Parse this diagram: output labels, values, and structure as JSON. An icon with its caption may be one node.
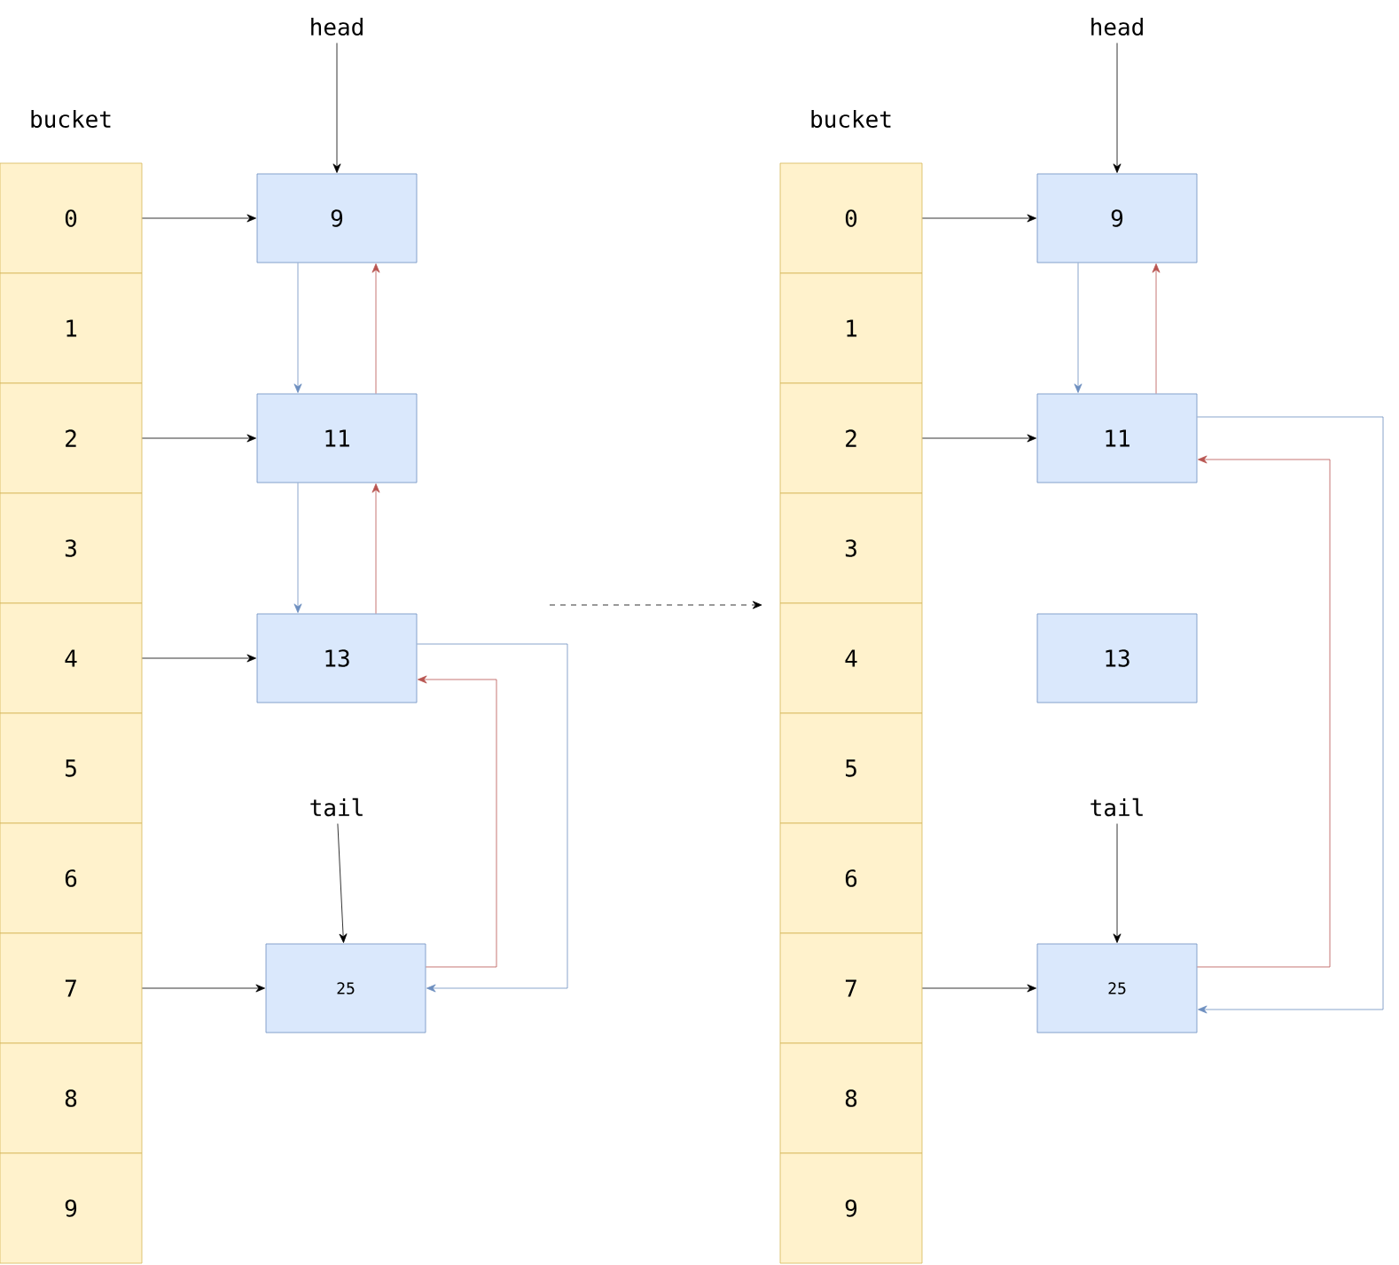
{
  "diagram": {
    "nodes": [
      {
        "text": [
          "0"
        ]
      },
      {
        "text": [
          "1"
        ]
      },
      {
        "text": [
          "2"
        ]
      },
      {
        "text": [
          "3"
        ]
      },
      {
        "text": [
          "4"
        ]
      },
      {
        "text": [
          "5"
        ]
      },
      {
        "text": [
          "6"
        ]
      },
      {
        "text": [
          "7"
        ]
      },
      {
        "text": [
          "8"
        ]
      },
      {
        "text": [
          "9"
        ]
      },
      {
        "text": [
          "head"
        ]
      },
      {
        "text": [
          "9"
        ]
      },
      {
        "text": [
          "11"
        ]
      },
      {
        "text": [
          "13"
        ]
      },
      {
        "text": [
          "tail"
        ]
      },
      {
        "text": [
          "25"
        ]
      },
      {
        "text": [
          "0"
        ]
      },
      {
        "text": [
          "1"
        ]
      },
      {
        "text": [
          "2"
        ]
      },
      {
        "text": [
          "3"
        ]
      },
      {
        "text": [
          "4"
        ]
      },
      {
        "text": [
          "5"
        ]
      },
      {
        "text": [
          "6"
        ]
      },
      {
        "text": [
          "7"
        ]
      },
      {
        "text": [
          "8"
        ]
      },
      {
        "text": [
          "9"
        ]
      },
      {
        "text": [
          "head"
        ]
      },
      {
        "text": [
          "9"
        ]
      },
      {
        "text": [
          "11"
        ]
      },
      {
        "text": [
          "13"
        ]
      },
      {
        "text": [
          "tail"
        ]
      },
      {
        "text": [
          "25"
        ]
      }
    ],
    "edges": [
      {
        "from": 10,
        "to": 11,
        "arrow": "to"
      },
      {
        "from": 0,
        "to": 11,
        "arrow": "to"
      },
      {
        "from": 2,
        "to": 12,
        "arrow": "to"
      },
      {
        "from": 4,
        "to": 13,
        "arrow": "to"
      },
      {
        "from": 7,
        "to": 15,
        "arrow": "to"
      },
      {
        "from": 14,
        "to": 15,
        "arrow": "to"
      },
      {
        "from": 11,
        "to": 12,
        "arrow": "to",
        "color": "#6c8ebf"
      },
      {
        "from": 12,
        "to": 11,
        "arrow": "to",
        "color": "#b85450"
      },
      {
        "from": 12,
        "to": 13,
        "arrow": "to",
        "color": "#6c8ebf"
      },
      {
        "from": 13,
        "to": 12,
        "arrow": "to",
        "color": "#b85450"
      },
      {
        "from": 13,
        "to": 15,
        "arrow": "to",
        "color": "#6c8ebf"
      },
      {
        "from": 15,
        "to": 13,
        "arrow": "to",
        "color": "#b85450"
      },
      {
        "from": 26,
        "to": 27,
        "arrow": "to"
      },
      {
        "from": 16,
        "to": 27,
        "arrow": "to"
      },
      {
        "from": 18,
        "to": 28,
        "arrow": "to"
      },
      {
        "from": 23,
        "to": 31,
        "arrow": "to"
      },
      {
        "from": 30,
        "to": 31,
        "arrow": "to"
      },
      {
        "from": 27,
        "to": 28,
        "arrow": "to",
        "color": "#6c8ebf"
      },
      {
        "from": 28,
        "to": 27,
        "arrow": "to",
        "color": "#b85450"
      },
      {
        "from": 28,
        "to": 31,
        "arrow": "to",
        "color": "#6c8ebf"
      },
      {
        "from": 31,
        "to": 28,
        "arrow": "to",
        "color": "#b85450"
      }
    ],
    "labels": [
      "bucket",
      "bucket"
    ]
  }
}
